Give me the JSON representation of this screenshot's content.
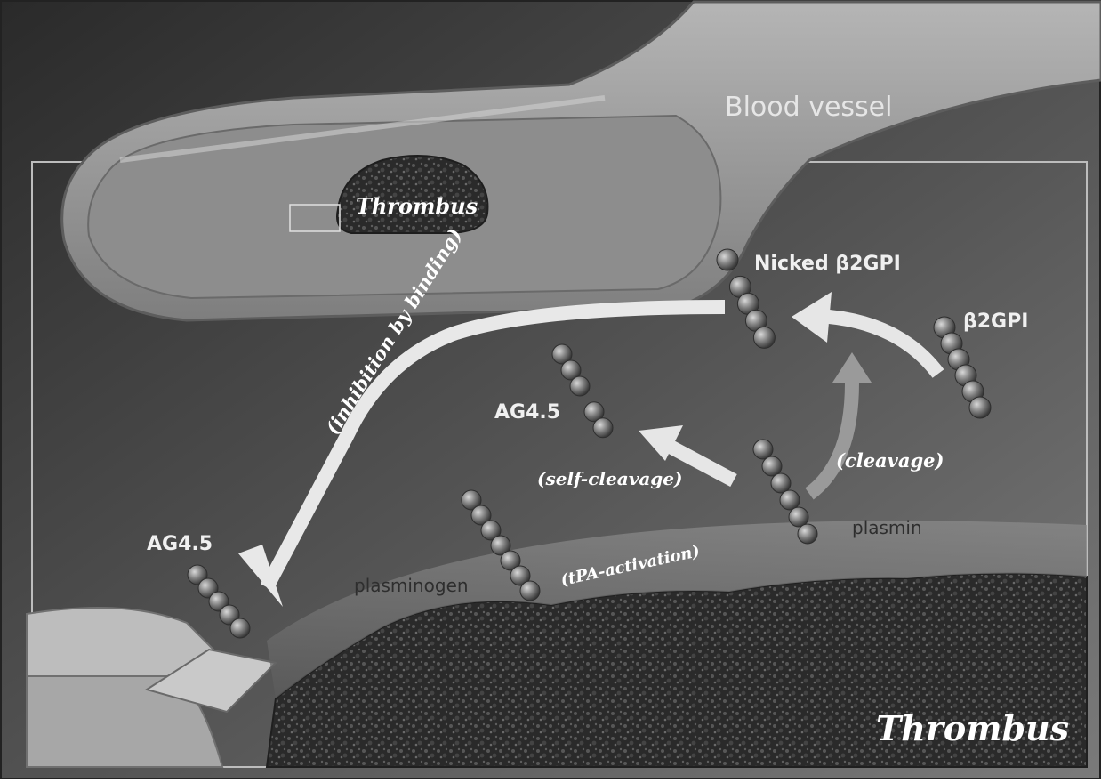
{
  "labels": {
    "blood_vessel": "Blood vessel",
    "thrombus_top": "Thrombus",
    "thrombus_bottom": "Thrombus",
    "nicked_b2gpi": "Nicked β2GPI",
    "b2gpi": "β2GPI",
    "ag45_mid": "AG4.5",
    "ag45_left": "AG4.5",
    "plasmin": "plasmin",
    "plasminogen": "plasminogen",
    "inhibition": "(inhibition by binding)",
    "self_cleavage": "(self-cleavage)",
    "cleavage": "(cleavage)",
    "tpa_activation": "(tPA-activation)"
  },
  "colors": {
    "background_dark": "#3a3a3a",
    "vessel": "#9c9c9c",
    "thrombus": "#2b2b2b",
    "arrow": "#e6e6e6",
    "bead": "#7a7a7a",
    "text_light": "#f2f2f2",
    "text_dark": "#2a2a2a"
  }
}
